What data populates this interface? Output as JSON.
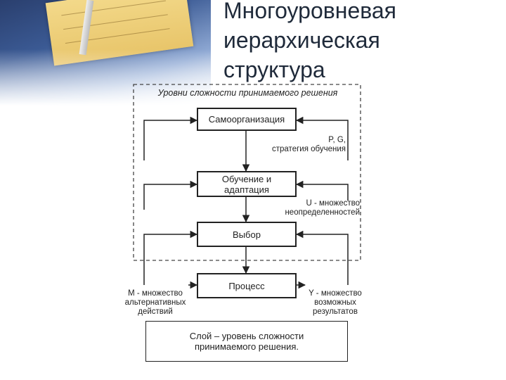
{
  "slide": {
    "title": "Многоуровневая\nиерархическая\nструктура"
  },
  "diagram": {
    "region_label": "Уровни сложности принимаемого решения",
    "boxes": {
      "self_org": "Самоорганизация",
      "learning": "Обучение и\nадаптация",
      "choice": "Выбор",
      "process": "Процесс",
      "legend": "Слой – уровень сложности\nпринимаемого решения."
    },
    "annotations": {
      "pg": "P, G,\nстратегия обучения",
      "u": "U  - множество\nнеопределенностей",
      "m": "M  - множество\nальтернативных\nдействий",
      "y": "Y  - множество\nвозможных\nрезультатов"
    }
  }
}
